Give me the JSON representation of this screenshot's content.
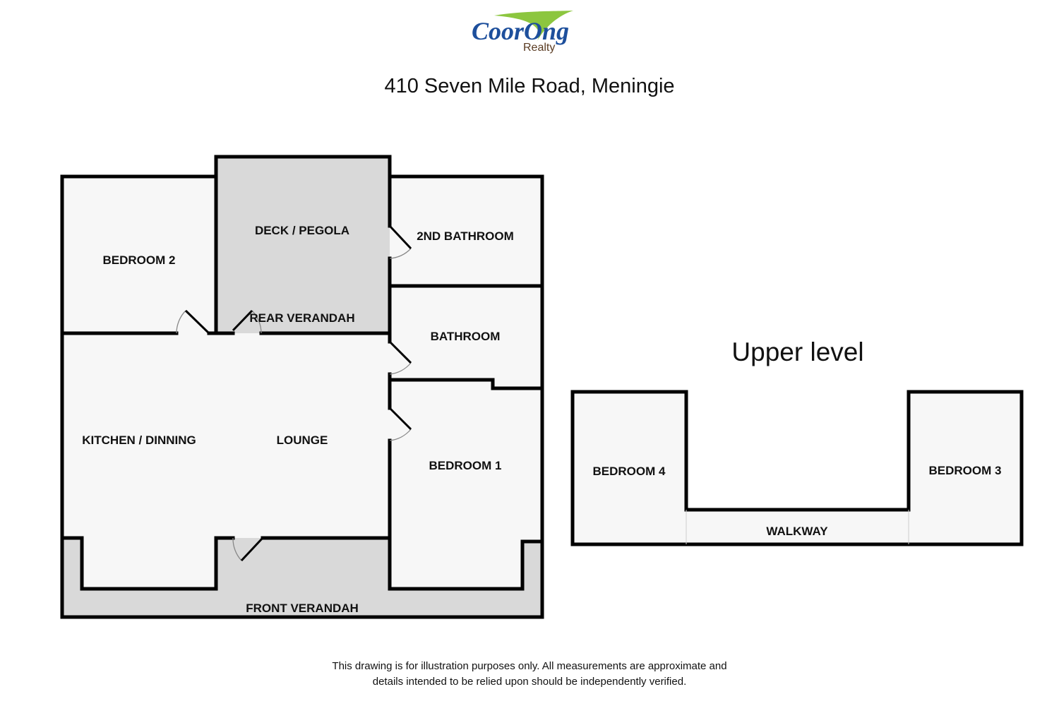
{
  "logo": {
    "brand": "CoorOng",
    "sub": "Realty",
    "colors": {
      "brand_blue": "#1d4f9c",
      "swoosh_green": "#8cc63f",
      "sub_brown": "#5a3b22"
    }
  },
  "title": "410 Seven Mile Road, Meningie",
  "upper_level_title": "Upper level",
  "rooms": {
    "bedroom_2": "BEDROOM 2",
    "deck_pegola": "DECK / PEGOLA",
    "rear_verandah": "REAR VERANDAH",
    "second_bathroom": "2ND BATHROOM",
    "bathroom": "BATHROOM",
    "kitchen_dining": "KITCHEN / DINNING",
    "lounge": "LOUNGE",
    "bedroom_1": "BEDROOM 1",
    "front_verandah": "FRONT VERANDAH",
    "bedroom_4": "BEDROOM 4",
    "walkway": "WALKWAY",
    "bedroom_3": "BEDROOM 3"
  },
  "disclaimer": {
    "line1": "This drawing is for illustration purposes only. All measurements are approximate and",
    "line2": "details intended to be relied upon should be independently verified."
  },
  "colors": {
    "room_fill": "#f7f7f7",
    "outdoor_fill": "#d9d9d9",
    "wall": "#000000"
  }
}
